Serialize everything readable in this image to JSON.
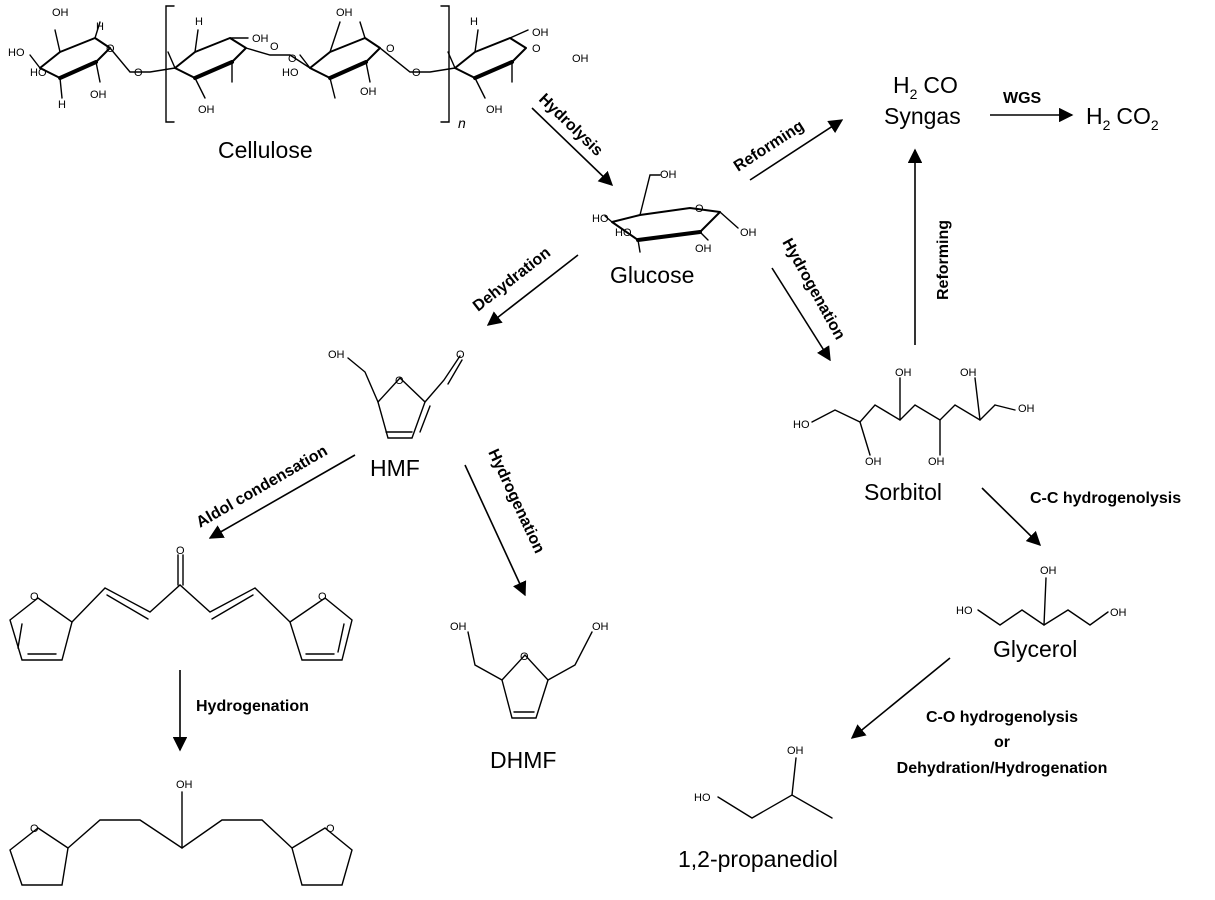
{
  "compounds": {
    "cellulose": "Cellulose",
    "glucose": "Glucose",
    "hmf": "HMF",
    "dhmf": "DHMF",
    "sorbitol": "Sorbitol",
    "glycerol": "Glycerol",
    "propanediol": "1,2-propanediol",
    "syngas_formula_h": "H",
    "syngas_formula_co": "CO",
    "syngas": "Syngas",
    "product_h": "H",
    "product_co": "CO",
    "subscript_2": "2",
    "polymer_n": "n"
  },
  "processes": {
    "hydrolysis": "Hydrolysis",
    "reforming_top": "Reforming",
    "reforming_right": "Reforming",
    "wgs": "WGS",
    "dehydration": "Dehydration",
    "hydrogenation_glucose": "Hydrogenation",
    "hydrogenation_hmf": "Hydrogenation",
    "hydrogenation_aldol": "Hydrogenation",
    "aldol": "Aldol condensation",
    "cc_hydrogenolysis": "C-C hydrogenolysis",
    "co_hydrogenolysis": "C-O hydrogenolysis",
    "or": "or",
    "dehydration_hydrogenation": "Dehydration/Hydrogenation"
  },
  "atoms": {
    "oh": "OH",
    "ho": "HO",
    "o": "O",
    "h": "H"
  }
}
